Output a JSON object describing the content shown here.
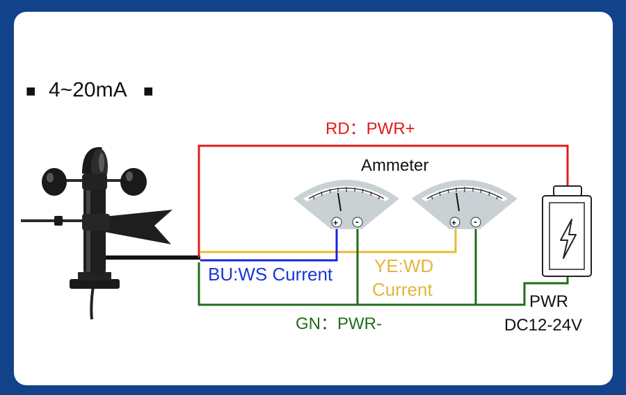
{
  "title": {
    "mark_left": "■",
    "text": "4~20mA",
    "mark_right": "■"
  },
  "wires": {
    "red": {
      "label": "RD：PWR+",
      "color": "#e01c1c"
    },
    "yellow": {
      "color": "#e8bb2c"
    },
    "blue": {
      "color": "#1424e0"
    },
    "green": {
      "label": "GN：PWR-",
      "color": "#1e6e18"
    },
    "cable": {
      "color": "#111111"
    }
  },
  "ammeter_label": "Ammeter",
  "meters": [
    {
      "plus": "+",
      "minus": "-"
    },
    {
      "plus": "+",
      "minus": "-"
    }
  ],
  "ws_label": "BU:WS Current",
  "wd_label": [
    "YE:WD",
    "Current"
  ],
  "power": {
    "line1": "PWR",
    "line2": "DC12-24V"
  },
  "colors": {
    "background": "#12428a",
    "panel": "#ffffff",
    "meter_face": "#c9d1d4",
    "ws_text": "#1a37d6",
    "wd_text": "#e3b53a",
    "red_text": "#e01c1c",
    "green_text": "#1e6e18"
  }
}
